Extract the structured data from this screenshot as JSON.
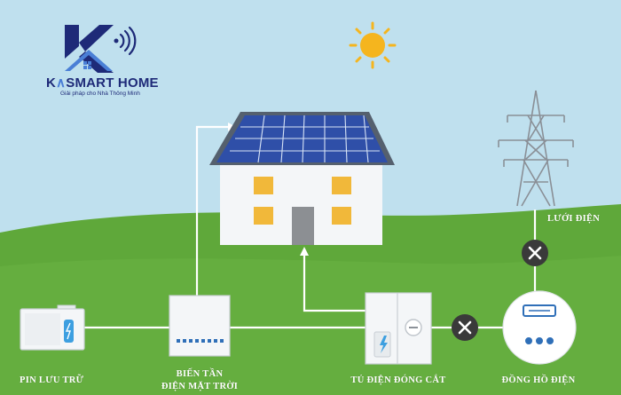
{
  "brand": {
    "name": "SMART HOME",
    "letter": "K",
    "tagline": "Giải pháp cho Nhà Thông Minh",
    "color": "#1e2a78",
    "accent": "#4a7fd6"
  },
  "labels": {
    "battery": "PIN LƯU TRỮ",
    "inverter_line1": "BIẾN TẦN",
    "inverter_line2": "ĐIỆN MẶT TRỜI",
    "switchboard": "TỦ ĐIỆN ĐÓNG CẮT",
    "grid": "LƯỚI ĐIỆN",
    "meter": "ĐỒNG HỒ ĐIỆN"
  },
  "colors": {
    "sky": "#bfe0ee",
    "grass": "#5fa83a",
    "grass_light": "#75b94b",
    "sun": "#f5b51e",
    "panel": "#2f4fa8",
    "roof": "#55606e",
    "window": "#f1b83a",
    "line": "#ffffff",
    "cross": "#3a3a3a"
  },
  "icons": [
    "sun-icon",
    "solar-panel-icon",
    "house-icon",
    "power-tower-icon",
    "battery-icon",
    "inverter-icon",
    "switchboard-icon",
    "meter-icon",
    "cross-icon",
    "wifi-icon",
    "lightning-icon"
  ]
}
